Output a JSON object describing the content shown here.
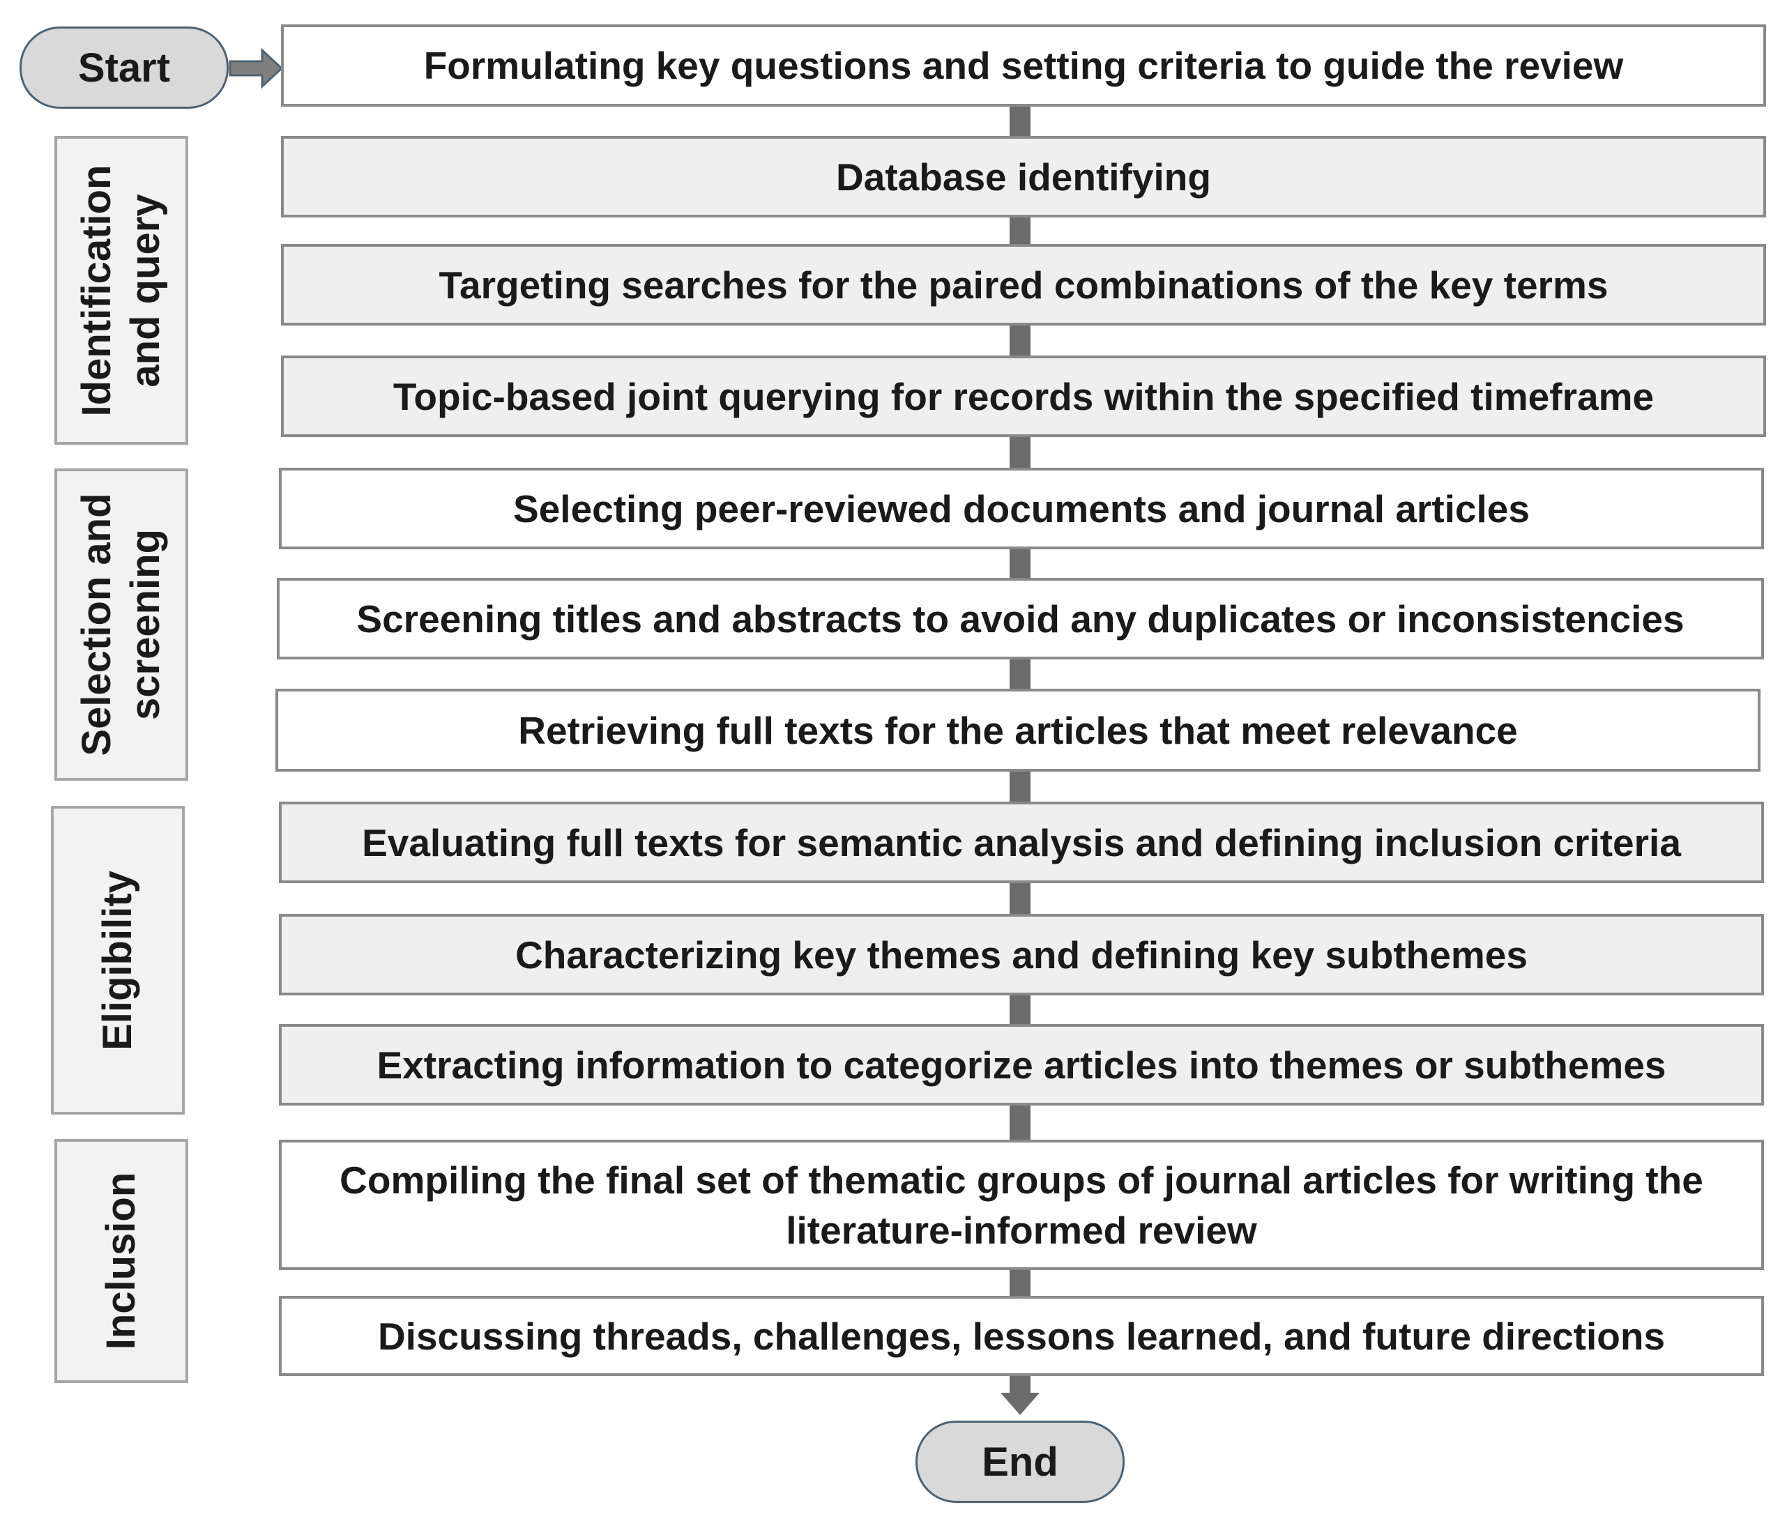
{
  "terminals": {
    "start": "Start",
    "end": "End"
  },
  "steps": [
    "Formulating key questions and setting criteria to guide the review",
    "Database identifying",
    "Targeting searches for the paired combinations of the key terms",
    "Topic-based joint querying for records within the specified timeframe",
    "Selecting peer-reviewed documents and journal articles",
    "Screening titles and abstracts to avoid any duplicates or inconsistencies",
    "Retrieving full texts for the articles that meet relevance",
    "Evaluating full texts for semantic analysis and defining inclusion criteria",
    "Characterizing key themes and defining key subthemes",
    "Extracting information to categorize articles into themes or subthemes",
    "Compiling the final set of thematic groups of journal articles for writing the\nliterature-informed review",
    "Discussing threads, challenges, lessons learned, and future directions"
  ],
  "phases": [
    "Identification\nand query",
    "Selection and\nscreening",
    "Eligibility",
    "Inclusion"
  ],
  "colors": {
    "terminal_fill": "#d9d9d9",
    "terminal_border": "#4f6272",
    "step_border": "#8a8a8a",
    "step_fill_gray": "#efefef",
    "connector": "#6b6b6b"
  }
}
